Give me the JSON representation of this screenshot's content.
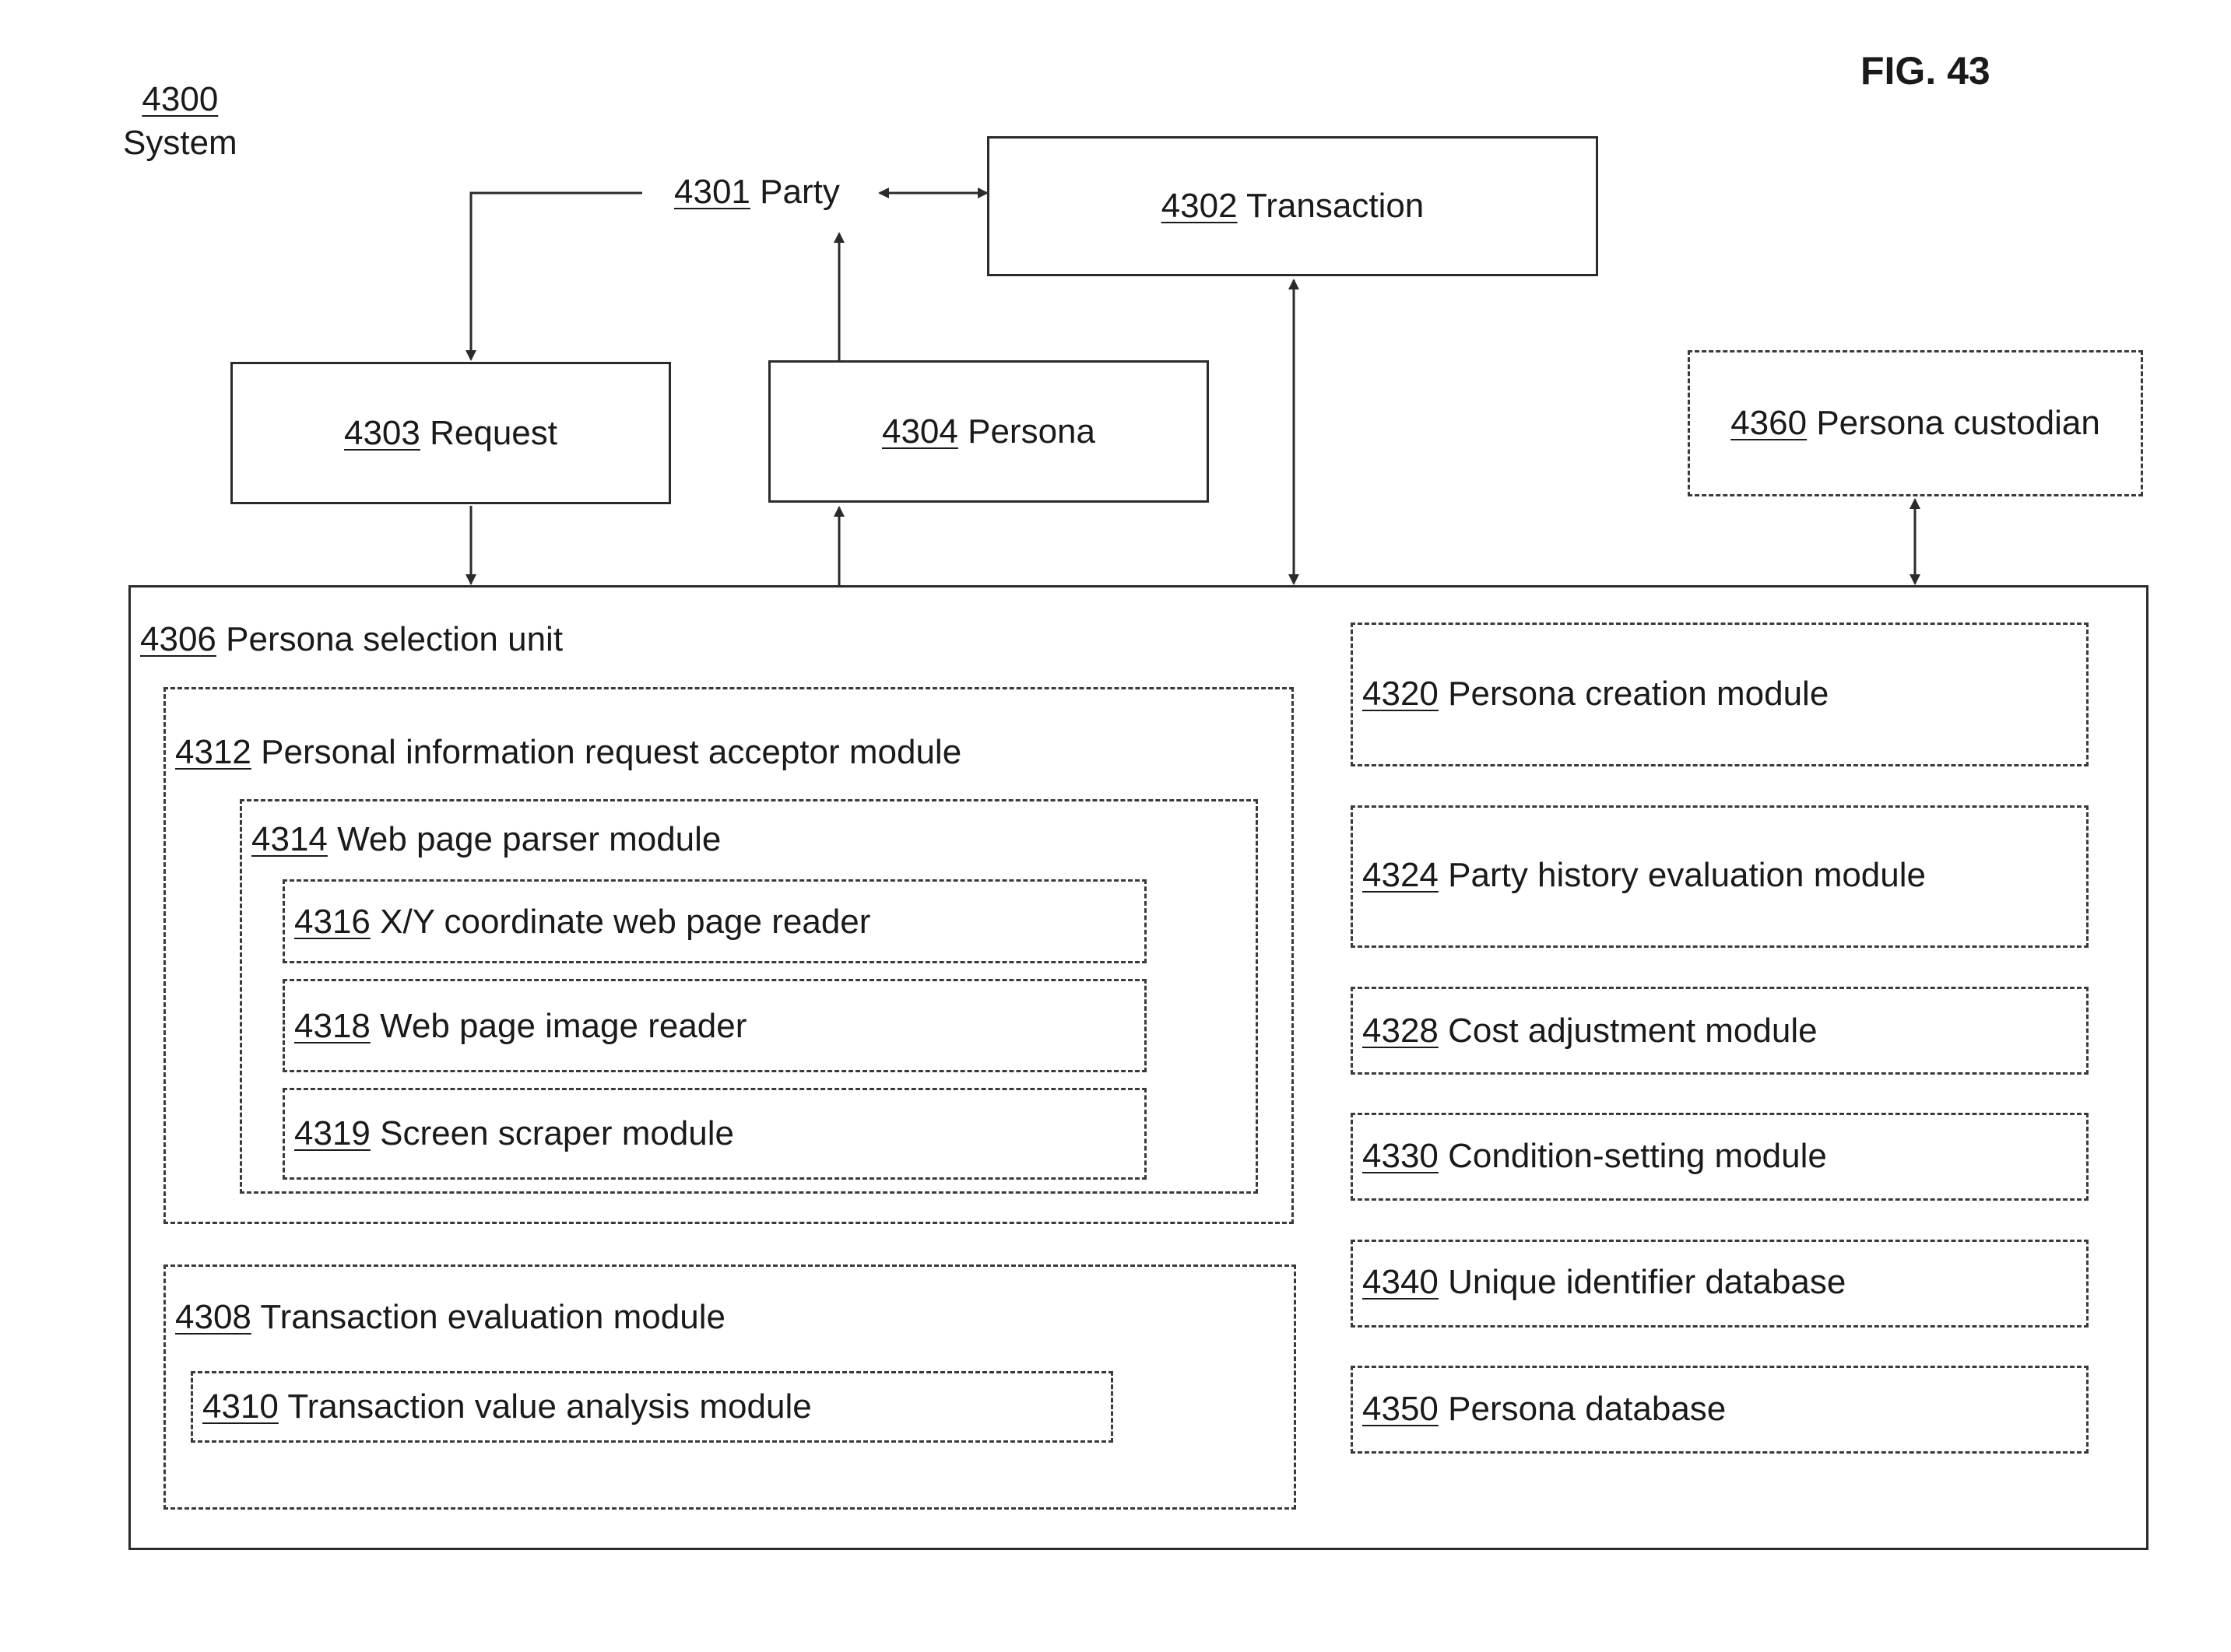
{
  "figure_label": "FIG. 43",
  "system": {
    "number": "4300",
    "name": "System"
  },
  "nodes": {
    "party": {
      "number": "4301",
      "name": "Party"
    },
    "transaction": {
      "number": "4302",
      "name": "Transaction"
    },
    "request": {
      "number": "4303",
      "name": "Request"
    },
    "persona": {
      "number": "4304",
      "name": "Persona"
    },
    "persona_selection": {
      "number": "4306",
      "name": "Persona selection unit"
    },
    "transaction_eval": {
      "number": "4308",
      "name": "Transaction evaluation module"
    },
    "transaction_value": {
      "number": "4310",
      "name": "Transaction value analysis module"
    },
    "pi_request": {
      "number": "4312",
      "name": "Personal information request acceptor module"
    },
    "web_parser": {
      "number": "4314",
      "name": "Web page parser module"
    },
    "xy_reader": {
      "number": "4316",
      "name": "X/Y coordinate web page reader"
    },
    "image_reader": {
      "number": "4318",
      "name": "Web page image reader"
    },
    "screen_scraper": {
      "number": "4319",
      "name": "Screen scraper module"
    },
    "persona_creation": {
      "number": "4320",
      "name": "Persona creation module"
    },
    "party_history": {
      "number": "4324",
      "name": "Party history evaluation module"
    },
    "cost_adjustment": {
      "number": "4328",
      "name": "Cost adjustment module"
    },
    "condition_setting": {
      "number": "4330",
      "name": "Condition-setting module"
    },
    "unique_id_db": {
      "number": "4340",
      "name": "Unique identifier database"
    },
    "persona_db": {
      "number": "4350",
      "name": "Persona database"
    },
    "persona_custodian": {
      "number": "4360",
      "name": "Persona custodian"
    }
  }
}
